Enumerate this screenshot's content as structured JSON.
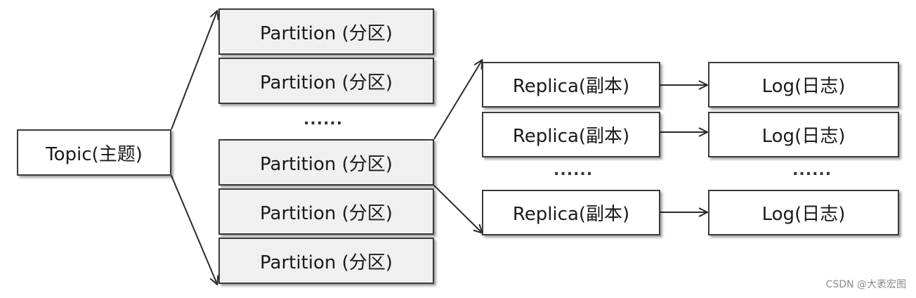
{
  "topic": {
    "label": "Topic(主题)"
  },
  "partitions": [
    {
      "label": "Partition (分区)"
    },
    {
      "label": "Partition (分区)"
    },
    {
      "label": "Partition (分区)"
    },
    {
      "label": "Partition (分区)"
    },
    {
      "label": "Partition (分区)"
    }
  ],
  "replicas": [
    {
      "label": "Replica(副本)"
    },
    {
      "label": "Replica(副本)"
    },
    {
      "label": "Replica(副本)"
    }
  ],
  "logs": [
    {
      "label": "Log(日志)"
    },
    {
      "label": "Log(日志)"
    },
    {
      "label": "Log(日志)"
    }
  ],
  "ellipsis": {
    "partitions": "......",
    "replicas": "......",
    "logs": "......"
  },
  "watermark": "CSDN @大袤宏图"
}
